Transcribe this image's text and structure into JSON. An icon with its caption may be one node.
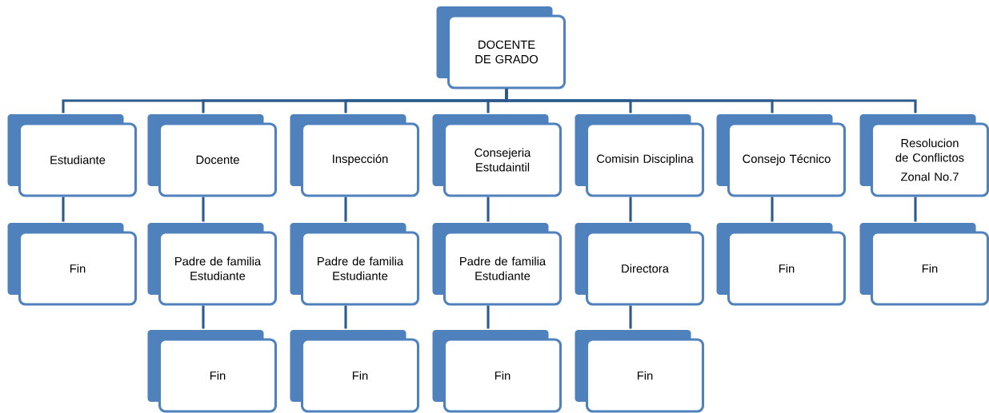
{
  "diagram": {
    "nodes": [
      {
        "text": [
          "DOCENTE DE GRADO"
        ]
      },
      {
        "text": [
          "Estudiante"
        ]
      },
      {
        "text": [
          "Docente"
        ]
      },
      {
        "text": [
          "Inspección"
        ]
      },
      {
        "text": [
          "Consejeria Estudaintil"
        ]
      },
      {
        "text": [
          "Comisin Disciplina"
        ]
      },
      {
        "text": [
          "Consejo Técnico"
        ]
      },
      {
        "text": [
          "Resolucion de Conflictos",
          "Zonal No.7"
        ]
      },
      {
        "text": [
          "Fin"
        ]
      },
      {
        "text": [
          "Padre de familia Estudiante"
        ]
      },
      {
        "text": [
          "Padre de familia Estudiante"
        ]
      },
      {
        "text": [
          "Padre de familia Estudiante"
        ]
      },
      {
        "text": [
          "Directora"
        ]
      },
      {
        "text": [
          "Fin"
        ]
      },
      {
        "text": [
          "Fin"
        ]
      },
      {
        "text": [
          "Fin"
        ]
      },
      {
        "text": [
          "Fin"
        ]
      },
      {
        "text": [
          "Fin"
        ]
      },
      {
        "text": [
          "Fin"
        ]
      }
    ],
    "edges": [
      {
        "from": 0,
        "to": 1,
        "arrow": "none"
      },
      {
        "from": 0,
        "to": 2,
        "arrow": "none"
      },
      {
        "from": 0,
        "to": 3,
        "arrow": "none"
      },
      {
        "from": 0,
        "to": 4,
        "arrow": "none"
      },
      {
        "from": 0,
        "to": 5,
        "arrow": "none"
      },
      {
        "from": 0,
        "to": 6,
        "arrow": "none"
      },
      {
        "from": 0,
        "to": 7,
        "arrow": "none"
      },
      {
        "from": 1,
        "to": 8,
        "arrow": "none"
      },
      {
        "from": 2,
        "to": 9,
        "arrow": "none"
      },
      {
        "from": 3,
        "to": 10,
        "arrow": "none"
      },
      {
        "from": 4,
        "to": 11,
        "arrow": "none"
      },
      {
        "from": 5,
        "to": 12,
        "arrow": "none"
      },
      {
        "from": 6,
        "to": 13,
        "arrow": "none"
      },
      {
        "from": 7,
        "to": 14,
        "arrow": "none"
      },
      {
        "from": 9,
        "to": 15,
        "arrow": "none"
      },
      {
        "from": 10,
        "to": 16,
        "arrow": "none"
      },
      {
        "from": 11,
        "to": 17,
        "arrow": "none"
      },
      {
        "from": 12,
        "to": 18,
        "arrow": "none"
      }
    ]
  }
}
